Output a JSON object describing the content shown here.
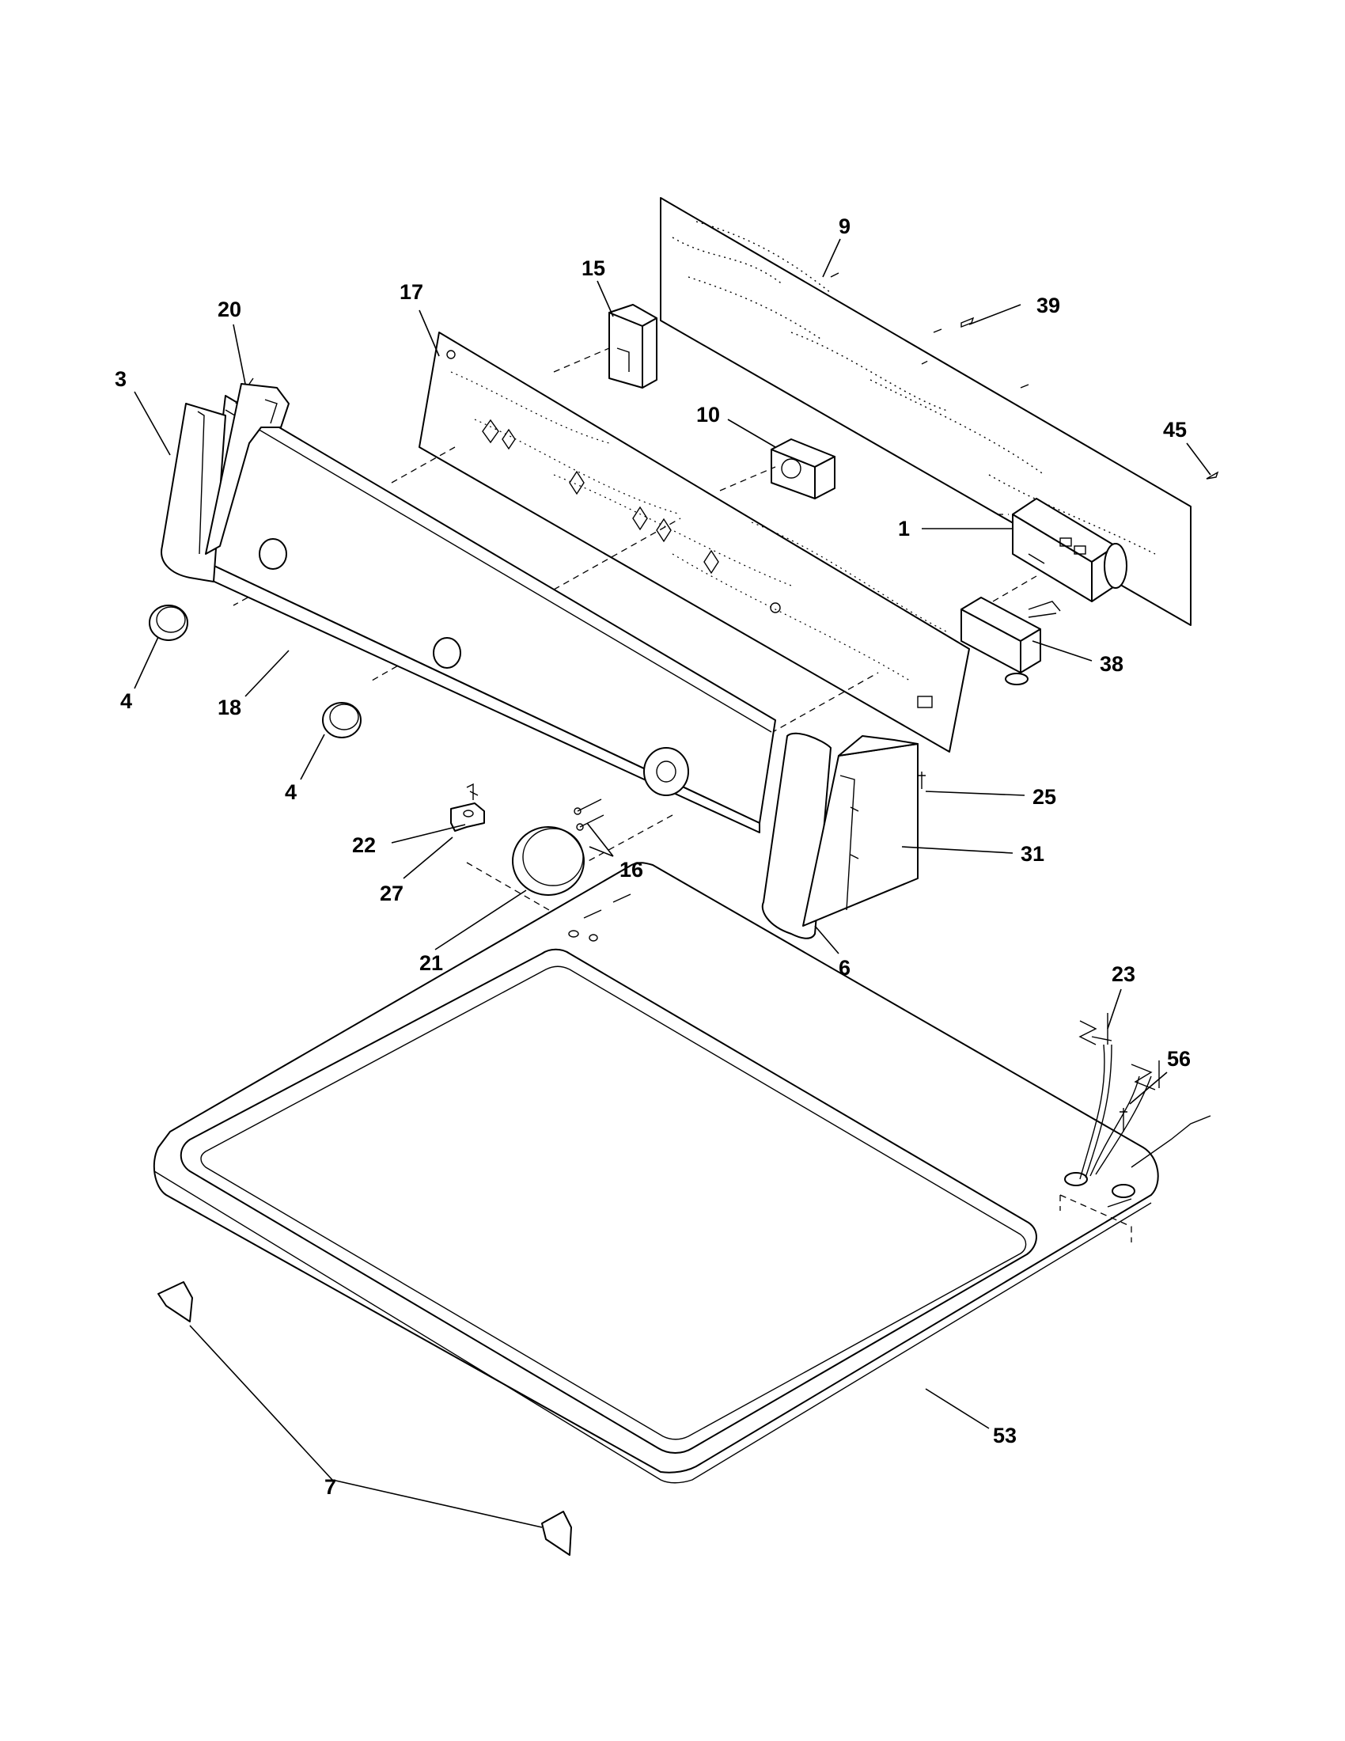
{
  "callouts": [
    {
      "id": "9",
      "text": "9"
    },
    {
      "id": "15",
      "text": "15"
    },
    {
      "id": "39",
      "text": "39"
    },
    {
      "id": "17",
      "text": "17"
    },
    {
      "id": "20",
      "text": "20"
    },
    {
      "id": "3",
      "text": "3"
    },
    {
      "id": "10",
      "text": "10"
    },
    {
      "id": "45",
      "text": "45"
    },
    {
      "id": "1",
      "text": "1"
    },
    {
      "id": "38",
      "text": "38"
    },
    {
      "id": "4a",
      "text": "4"
    },
    {
      "id": "18",
      "text": "18"
    },
    {
      "id": "4b",
      "text": "4"
    },
    {
      "id": "25",
      "text": "25"
    },
    {
      "id": "22",
      "text": "22"
    },
    {
      "id": "31",
      "text": "31"
    },
    {
      "id": "16",
      "text": "16"
    },
    {
      "id": "27",
      "text": "27"
    },
    {
      "id": "21",
      "text": "21"
    },
    {
      "id": "6",
      "text": "6"
    },
    {
      "id": "23",
      "text": "23"
    },
    {
      "id": "56",
      "text": "56"
    },
    {
      "id": "53",
      "text": "53"
    },
    {
      "id": "7",
      "text": "7"
    }
  ]
}
